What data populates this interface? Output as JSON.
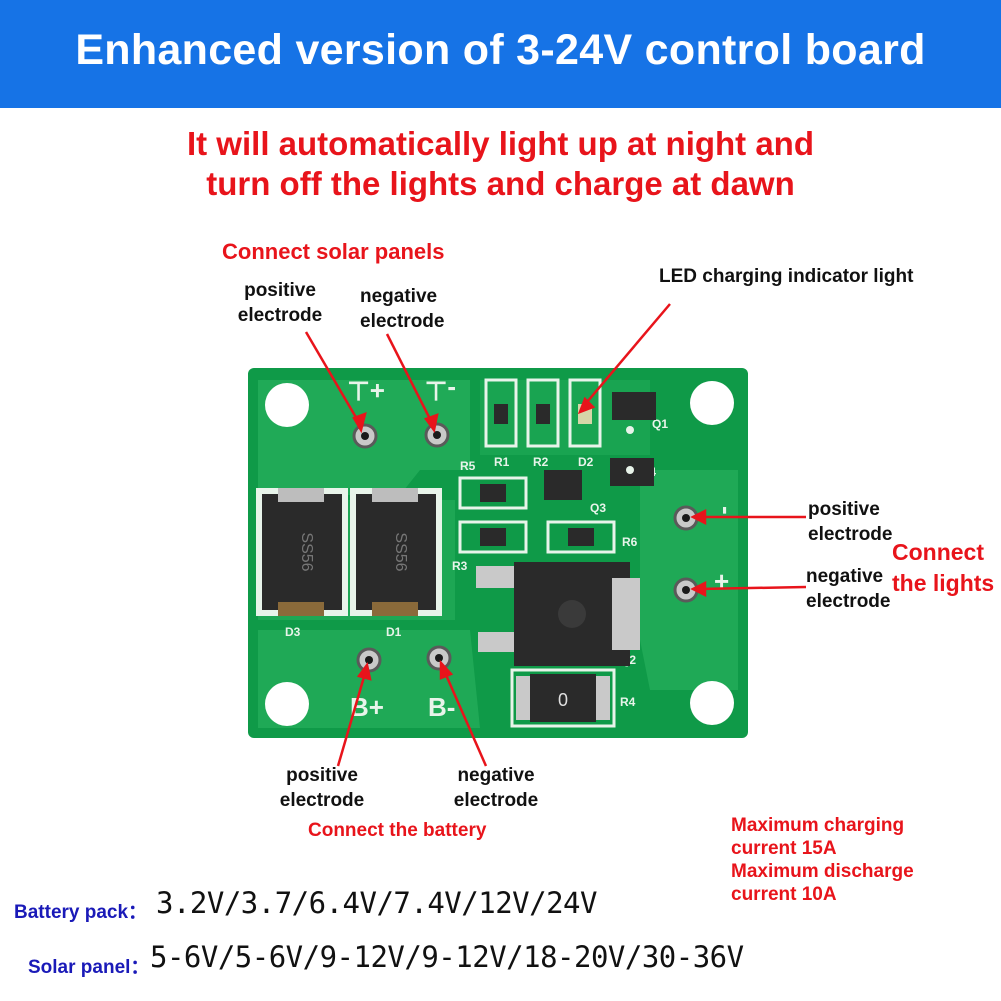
{
  "banner": {
    "title": "Enhanced version of 3-24V control board"
  },
  "subtitle": {
    "line1": "It will automatically light up at night and",
    "line2": "turn off the lights and charge at dawn"
  },
  "solar": {
    "heading": "Connect solar panels",
    "positive": {
      "line1": "positive",
      "line2": "electrode"
    },
    "negative": {
      "line1": "negative",
      "line2": "electrode"
    }
  },
  "led": {
    "label": "LED charging indicator light"
  },
  "lights": {
    "heading_line1": "Connect",
    "heading_line2": "the lights",
    "positive": {
      "line1": "positive",
      "line2": "electrode"
    },
    "negative": {
      "line1": "negative",
      "line2": "electrode"
    }
  },
  "battery": {
    "heading": "Connect the battery",
    "positive": {
      "line1": "positive",
      "line2": "electrode"
    },
    "negative": {
      "line1": "negative",
      "line2": "electrode"
    }
  },
  "current": {
    "line1": "Maximum charging",
    "line2": "current 15A",
    "line3": "Maximum discharge",
    "line4": "current 10A"
  },
  "specs": {
    "battery_label": "Battery pack：",
    "battery_value": "3.2V/3.7/6.4V/7.4V/12V/24V",
    "solar_label": "Solar panel：",
    "solar_value": "5-6V/5-6V/9-12V/9-12V/18-20V/30-36V"
  },
  "board": {
    "silkscreen": {
      "solar_pos": "+⊥",
      "solar_neg": "-⊥",
      "bat_pos": "B+",
      "bat_neg": "B-",
      "r1": "R1",
      "r2": "R2",
      "d2": "D2",
      "q1": "Q1",
      "q4": "Q4",
      "r5": "R5",
      "q3": "Q3",
      "r6": "R6",
      "r3": "R3",
      "q2": "Q2",
      "r4": "R4",
      "d3": "D3",
      "d1": "D1",
      "resistor_value": "0",
      "diode_marking": "SS56"
    },
    "colors": {
      "pcb": "#0f9a48",
      "pcb_light": "#2fb864",
      "silk": "#e8f4ea",
      "pad": "#c9c9c9"
    }
  },
  "colors": {
    "banner": "#1673e6",
    "accent_red": "#e8141b",
    "spec_blue": "#1a1ab8"
  }
}
